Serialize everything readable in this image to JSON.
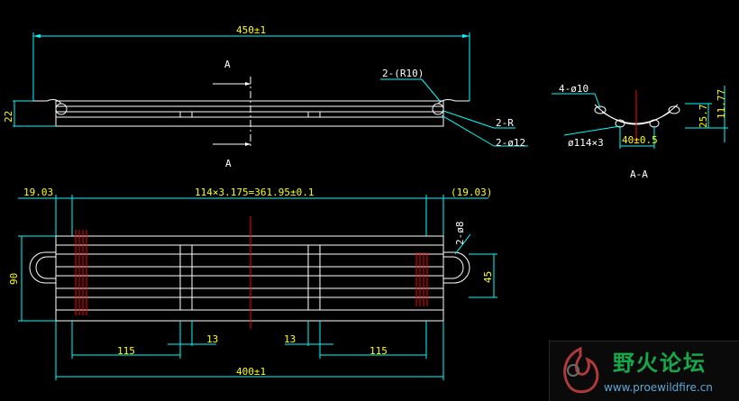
{
  "labels": {
    "overall_length": "450±1",
    "section_mark_top": "A",
    "section_mark_bottom": "A",
    "corner_radius": "2-(R10)",
    "radius_note": "2-R",
    "tube_diameter": "2-ø12",
    "height_22": "22",
    "hole_note": "4-ø10",
    "dim_25_7": "25.7",
    "dim_11_77": "11.77",
    "pitch_note": "ø114×3",
    "spacing_40": "40±0.5",
    "section_title": "A-A",
    "left_offset": "19.03",
    "center_span": "114×3.175=361.95±0.1",
    "right_offset": "(19.03)",
    "diameter_8": "2-ø8",
    "dim_90": "90",
    "dim_45": "45",
    "dim_115_left": "115",
    "dim_13_left": "13",
    "dim_13_right": "13",
    "dim_115_right": "115",
    "dim_400": "400±1"
  },
  "watermark": {
    "title": "野火论坛",
    "url": "www.proewildfire.cn"
  },
  "colors": {
    "outline": "#ffffff",
    "dimension": "#ffff00",
    "extension": "#00ffff",
    "centerline": "#ff0000",
    "watermark_green": "#17a84a"
  }
}
